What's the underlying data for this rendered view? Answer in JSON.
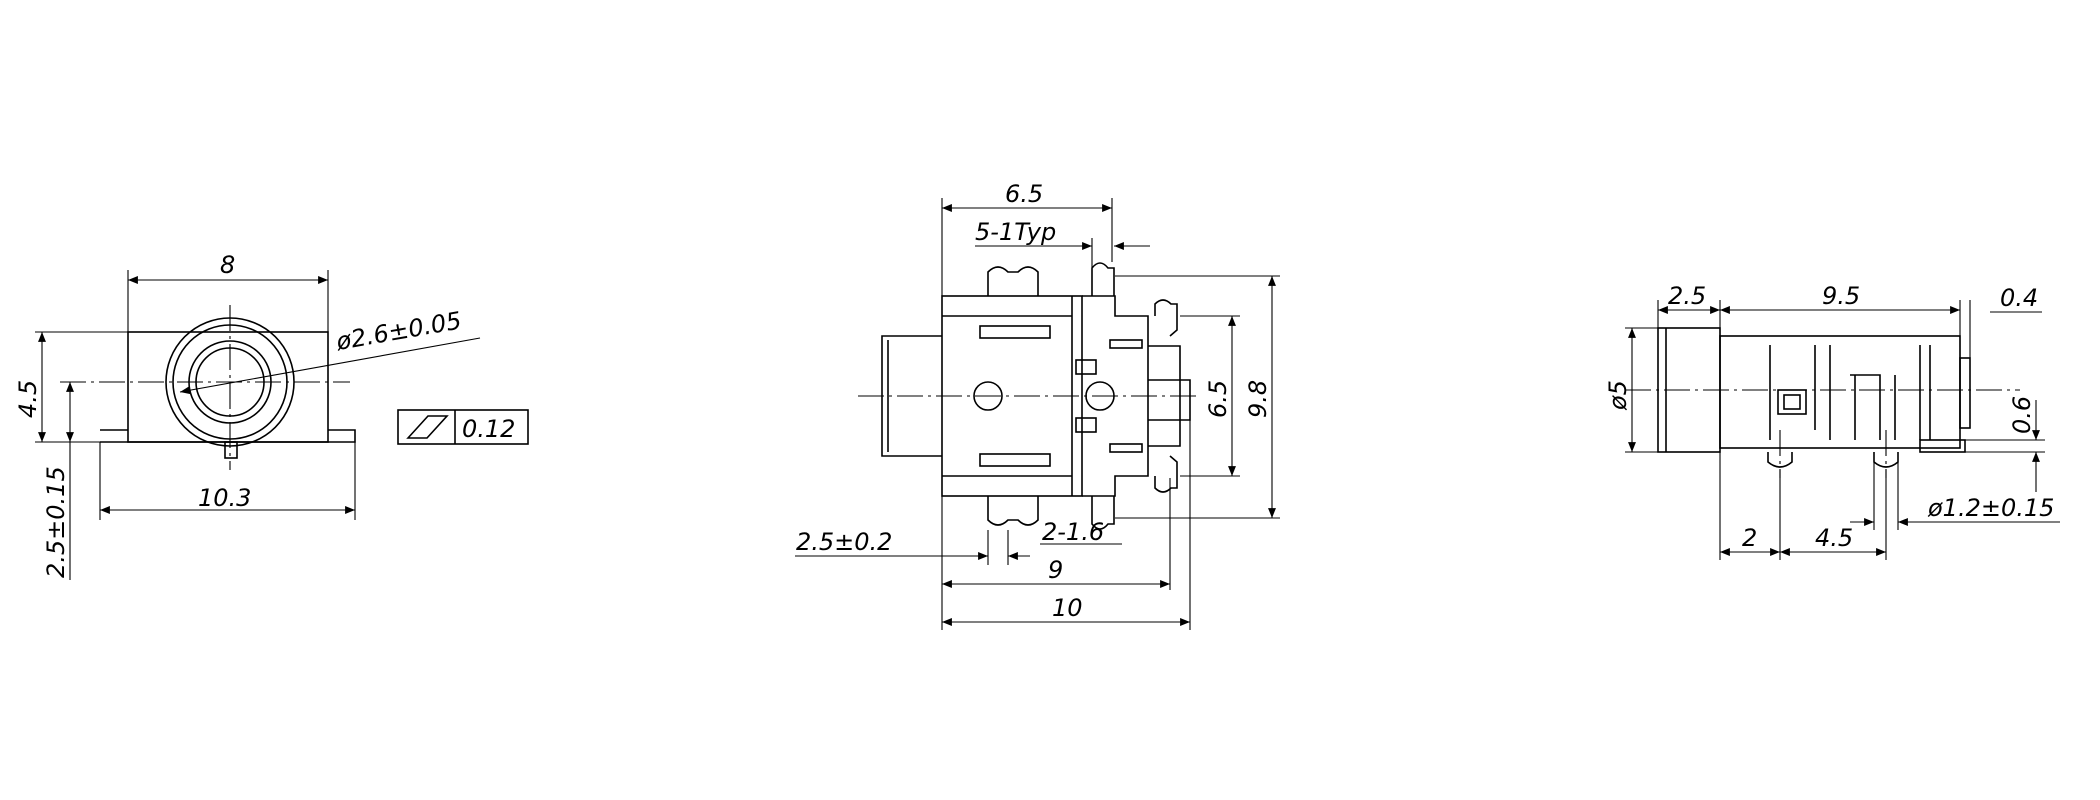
{
  "front_view": {
    "width_top": "8",
    "width_bottom": "10.3",
    "height": "4.5",
    "pin_offset": "2.5±0.15",
    "bore_diameter": "ø2.6±0.05",
    "flatness_value": "0.12"
  },
  "top_view": {
    "width_65": "6.5",
    "pin_pitch": "5-1Typ",
    "height_65": "6.5",
    "height_98": "9.8",
    "offset": "2.5±0.2",
    "pin_spacing": "2-1.6",
    "length_9": "9",
    "length_10": "10"
  },
  "side_view": {
    "dim_25": "2.5",
    "dim_95": "9.5",
    "dim_04": "0.4",
    "diameter": "ø5",
    "dim_06": "0.6",
    "post_diameter": "ø1.2±0.15",
    "dim_2": "2",
    "dim_45": "4.5"
  }
}
